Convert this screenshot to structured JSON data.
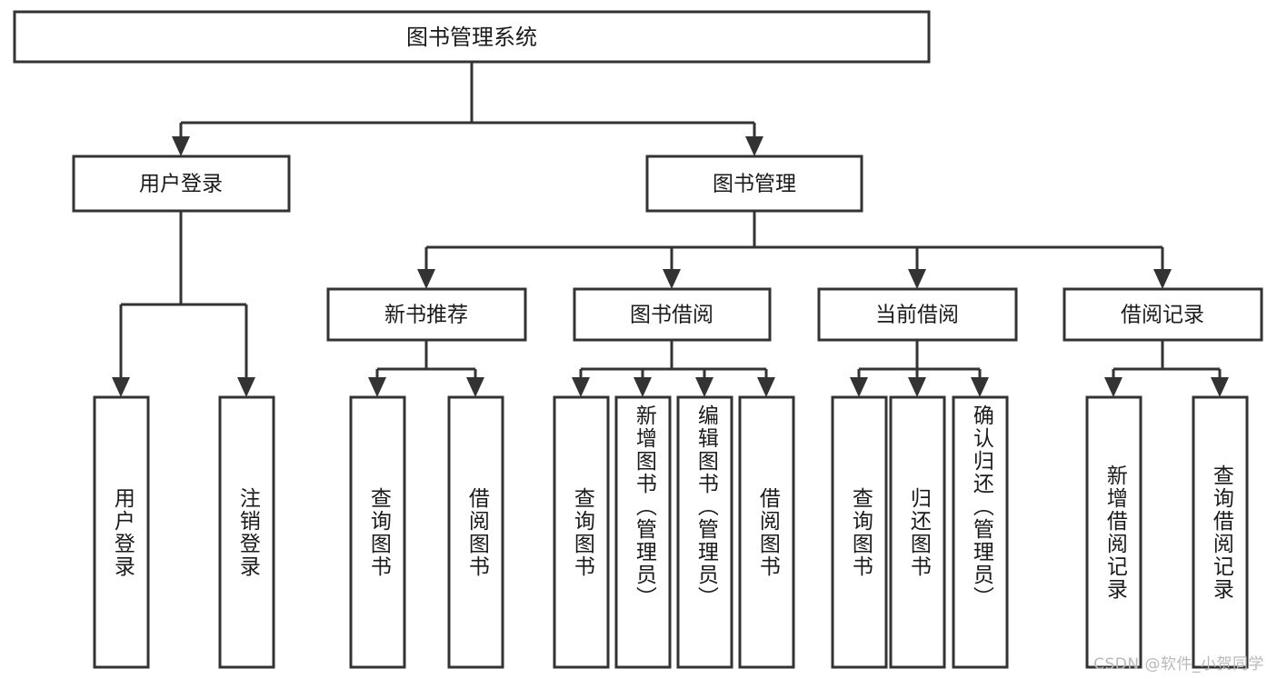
{
  "diagram": {
    "title": "图书管理系统",
    "type": "tree",
    "orientation": "top-down",
    "watermark": "CSDN @软件_小贺同学",
    "colors": {
      "box_stroke": "#333333",
      "box_fill": "#ffffff",
      "connector": "#333333",
      "text": "#1a1a1a",
      "background": "#ffffff",
      "watermark_text": "#b9b9b9"
    },
    "root": {
      "id": "root",
      "label": "图书管理系统",
      "orientation": "horizontal"
    },
    "level1": [
      {
        "id": "user-login",
        "label": "用户登录",
        "orientation": "horizontal"
      },
      {
        "id": "book-manage",
        "label": "图书管理",
        "orientation": "horizontal"
      }
    ],
    "level2": [
      {
        "id": "new-book-recommend",
        "label": "新书推荐",
        "parent": "book-manage",
        "orientation": "horizontal"
      },
      {
        "id": "book-borrow",
        "label": "图书借阅",
        "parent": "book-manage",
        "orientation": "horizontal"
      },
      {
        "id": "current-borrow",
        "label": "当前借阅",
        "parent": "book-manage",
        "orientation": "horizontal"
      },
      {
        "id": "borrow-record",
        "label": "借阅记录",
        "parent": "book-manage",
        "orientation": "horizontal"
      }
    ],
    "leaves": [
      {
        "id": "leaf-user-login",
        "label": "用户登录",
        "parent": "user-login",
        "orientation": "vertical"
      },
      {
        "id": "leaf-user-logout",
        "label": "注销登录",
        "parent": "user-login",
        "orientation": "vertical"
      },
      {
        "id": "leaf-query-book-1",
        "label": "查询图书",
        "parent": "new-book-recommend",
        "orientation": "vertical"
      },
      {
        "id": "leaf-borrow-book-1",
        "label": "借阅图书",
        "parent": "new-book-recommend",
        "orientation": "vertical"
      },
      {
        "id": "leaf-query-book-2",
        "label": "查询图书",
        "parent": "book-borrow",
        "orientation": "vertical"
      },
      {
        "id": "leaf-add-book",
        "label": "新增图书（管理员）",
        "parent": "book-borrow",
        "orientation": "vertical"
      },
      {
        "id": "leaf-edit-book",
        "label": "编辑图书（管理员）",
        "parent": "book-borrow",
        "orientation": "vertical"
      },
      {
        "id": "leaf-borrow-book-2",
        "label": "借阅图书",
        "parent": "book-borrow",
        "orientation": "vertical"
      },
      {
        "id": "leaf-query-book-3",
        "label": "查询图书",
        "parent": "current-borrow",
        "orientation": "vertical"
      },
      {
        "id": "leaf-return-book",
        "label": "归还图书",
        "parent": "current-borrow",
        "orientation": "vertical"
      },
      {
        "id": "leaf-confirm-return",
        "label": "确认归还（管理员）",
        "parent": "current-borrow",
        "orientation": "vertical"
      },
      {
        "id": "leaf-add-record",
        "label": "新增借阅记录",
        "parent": "borrow-record",
        "orientation": "vertical"
      },
      {
        "id": "leaf-query-record",
        "label": "查询借阅记录",
        "parent": "borrow-record",
        "orientation": "vertical"
      }
    ]
  }
}
